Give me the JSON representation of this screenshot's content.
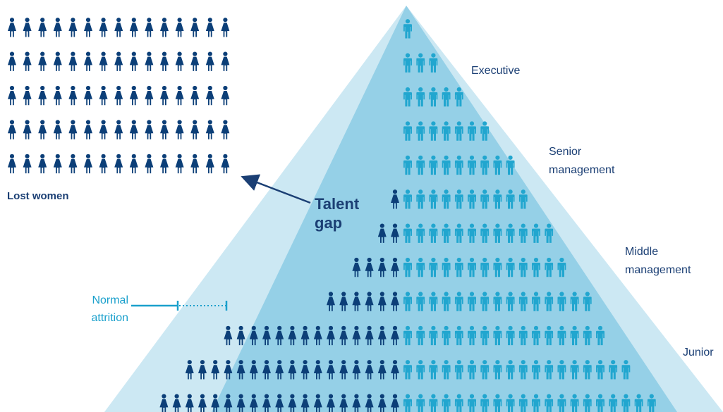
{
  "labels": {
    "executive": "Executive",
    "senior_line1": "Senior",
    "senior_line2": "management",
    "middle_line1": "Middle",
    "middle_line2": "management",
    "junior": "Junior",
    "talent_gap_line1": "Talent",
    "talent_gap_line2": "gap",
    "lost_women": "Lost women",
    "normal_attrition_line1": "Normal",
    "normal_attrition_line2": "attrition"
  },
  "colors": {
    "women": "#0c3f78",
    "men": "#21a6cf",
    "pyramid_outer": "#cce8f3",
    "pyramid_inner": "#95d0e7",
    "attrition": "#1aa0cc",
    "arrow": "#1b3f74"
  },
  "pyramid_rows": [
    {
      "women": 0,
      "men": 1
    },
    {
      "women": 0,
      "men": 3
    },
    {
      "women": 0,
      "men": 5
    },
    {
      "women": 0,
      "men": 7
    },
    {
      "women": 0,
      "men": 9
    },
    {
      "women": 1,
      "men": 10
    },
    {
      "women": 2,
      "men": 12
    },
    {
      "women": 4,
      "men": 13
    },
    {
      "women": 6,
      "men": 15
    },
    {
      "women": 14,
      "men": 16
    },
    {
      "women": 17,
      "men": 18
    },
    {
      "women": 19,
      "men": 20
    }
  ],
  "lost_women_grid": {
    "rows": 5,
    "cols": 15
  }
}
